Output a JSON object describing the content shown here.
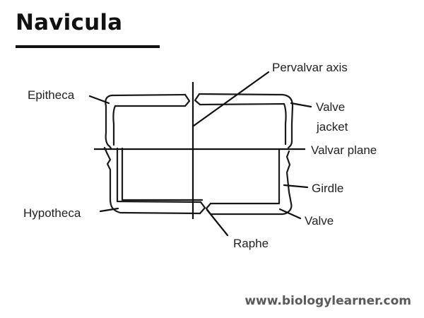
{
  "title": "Navicula",
  "labels": {
    "epitheca": "Epitheca",
    "pervalvar_axis": "Pervalvar axis",
    "valve_jacket_line1": "Valve",
    "valve_jacket_line2": "jacket",
    "valvar_plane": "Valvar plane",
    "girdle": "Girdle",
    "hypotheca": "Hypotheca",
    "valve": "Valve",
    "raphe": "Raphe"
  },
  "footer": "www.biologylearner.com"
}
